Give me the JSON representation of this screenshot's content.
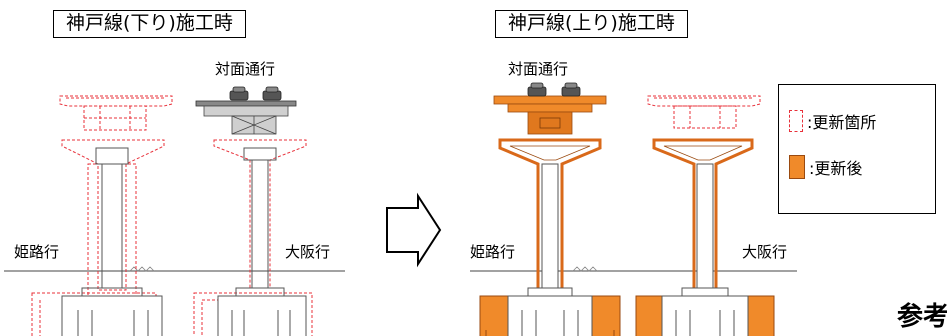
{
  "left_panel": {
    "title": "神戸線(下り)施工時",
    "oncoming_label": "対面通行",
    "left_dir_label": "姫路行",
    "right_dir_label": "大阪行"
  },
  "right_panel": {
    "title": "神戸線(上り)施工時",
    "oncoming_label": "対面通行",
    "left_dir_label": "姫路行",
    "right_dir_label": "大阪行"
  },
  "legend": {
    "renewal_area_label": ":更新箇所",
    "after_renewal_label": ":更新後"
  },
  "footer_text": "参考",
  "colors": {
    "dashed_red": "#e8303a",
    "orange_fill": "#f08a2a",
    "orange_stroke": "#9a4a10",
    "gray_fill": "#bdbdbd"
  }
}
